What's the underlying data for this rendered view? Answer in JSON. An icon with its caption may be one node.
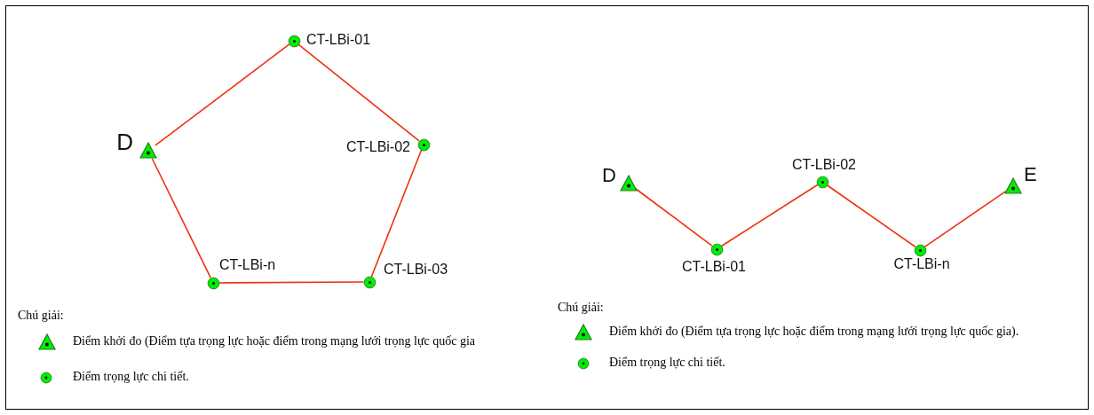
{
  "diagram": {
    "nodes": [
      {
        "text": [],
        "shape": "triangle",
        "beside": [
          "D"
        ]
      },
      {
        "text": [],
        "shape": "circle",
        "beside": [
          "CT-LBi-01"
        ]
      },
      {
        "text": [],
        "shape": "circle",
        "beside": [
          "CT-LBi-02"
        ]
      },
      {
        "text": [],
        "shape": "circle",
        "beside": [
          "CT-LBi-03"
        ]
      },
      {
        "text": [],
        "shape": "circle",
        "beside": [
          "CT-LBi-n"
        ]
      },
      {
        "text": [],
        "shape": "triangle",
        "beside": [
          "D"
        ]
      },
      {
        "text": [],
        "shape": "circle",
        "beside": [
          "CT-LBi-01"
        ]
      },
      {
        "text": [],
        "shape": "circle",
        "beside": [
          "CT-LBi-02"
        ]
      },
      {
        "text": [],
        "shape": "circle",
        "beside": [
          "CT-LBi-n"
        ]
      },
      {
        "text": [],
        "shape": "triangle",
        "beside": [
          "E"
        ]
      }
    ],
    "edges": [
      {
        "from": 0,
        "to": 1,
        "arrow": "none"
      },
      {
        "from": 1,
        "to": 2,
        "arrow": "none"
      },
      {
        "from": 2,
        "to": 3,
        "arrow": "none"
      },
      {
        "from": 3,
        "to": 4,
        "arrow": "none"
      },
      {
        "from": 4,
        "to": 0,
        "arrow": "none"
      },
      {
        "from": 5,
        "to": 6,
        "arrow": "none"
      },
      {
        "from": 6,
        "to": 7,
        "arrow": "none"
      },
      {
        "from": 7,
        "to": 8,
        "arrow": "none"
      },
      {
        "from": 8,
        "to": 9,
        "arrow": "none"
      }
    ],
    "labels": [
      "Chú giải:",
      "Chú giải:"
    ],
    "legend": [
      {
        "text": "Điểm khởi đo (Điểm tựa trọng lực hoặc điểm trong mạng lưới trọng lực quốc gia"
      },
      {
        "text": "Điểm trọng lực chi tiết."
      },
      {
        "text": "Điểm khởi đo (Điểm tựa trọng lực hoặc điểm trong mạng lưới trọng lực quốc gia)."
      },
      {
        "text": "Điểm trọng lực chi tiết."
      }
    ]
  }
}
